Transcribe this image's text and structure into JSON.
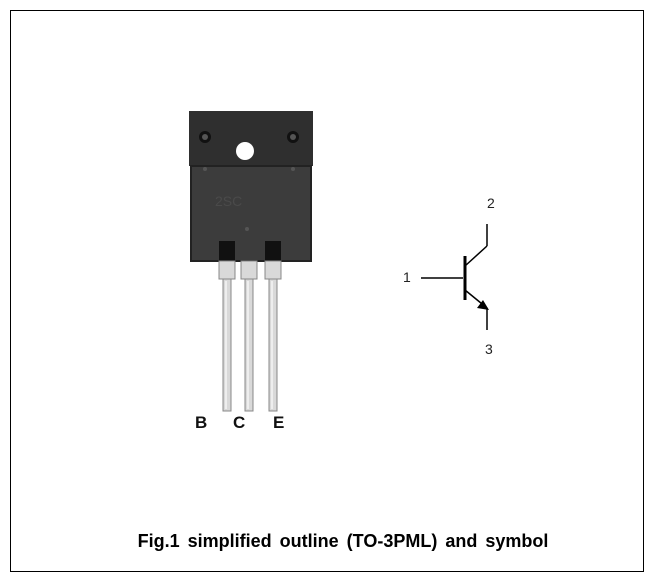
{
  "package": {
    "pin_labels": [
      "B",
      "C",
      "E"
    ]
  },
  "symbol": {
    "pin_numbers": {
      "collector": "2",
      "base": "1",
      "emitter": "3"
    }
  },
  "caption": "Fig.1 simplified outline (TO-3PML) and symbol"
}
